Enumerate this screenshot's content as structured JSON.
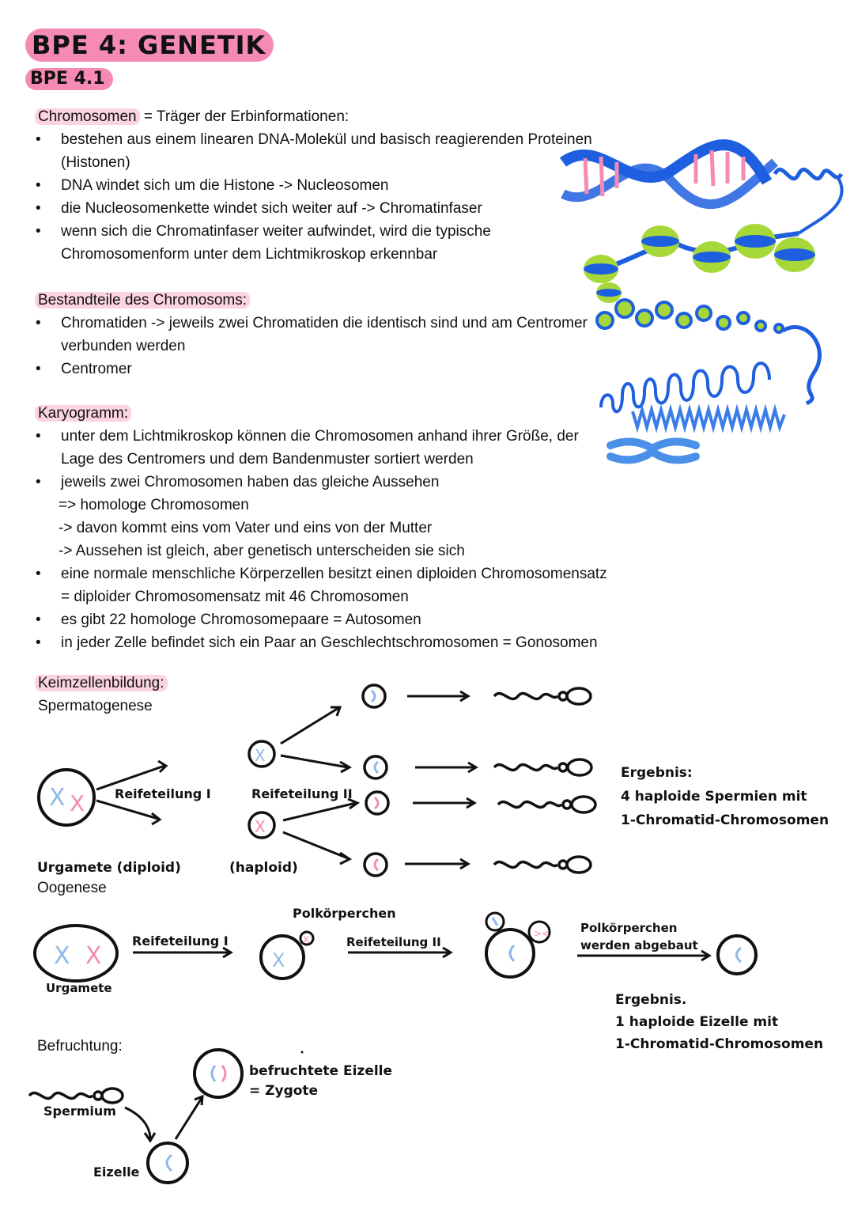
{
  "header": {
    "title": "BPE 4: GENETIK",
    "subtitle": "BPE 4.1"
  },
  "chromosomen": {
    "heading": "Chromosomen",
    "heading_rest": " = Träger der Erbinformationen:",
    "bullets": [
      "bestehen aus einem linearen DNA-Molekül und basisch reagierenden Proteinen (Histonen)",
      "DNA windet sich um die Histone -> Nucleosomen",
      "die Nucleosomenkette windet sich weiter auf -> Chromatinfaser",
      "wenn sich die Chromatinfaser weiter aufwindet, wird die typische Chromosomenform unter dem Lichtmikroskop erkennbar"
    ]
  },
  "bestandteile": {
    "heading": "Bestandteile des Chromosoms:",
    "bullets": [
      "Chromatiden -> jeweils zwei Chromatiden die identisch sind und am Centromer verbunden werden",
      "Centromer"
    ]
  },
  "karyogramm": {
    "heading": "Karyogramm:",
    "b1": "unter dem Lichtmikroskop können die Chromosomen anhand ihrer Größe, der Lage des Centromers und dem Bandenmuster sortiert werden",
    "b2": "jeweils zwei Chromosomen haben das gleiche Aussehen",
    "b2_l1": "=> homologe Chromosomen",
    "b2_l2": "-> davon kommt eins vom Vater und eins von der Mutter",
    "b2_l3": "-> Aussehen ist gleich, aber genetisch unterscheiden sie sich",
    "b3": "eine normale menschliche Körperzellen besitzt einen diploiden Chromosomensatz",
    "b3_l1": "= diploider Chromosomensatz mit 46 Chromosomen",
    "b4": "es gibt 22 homologe Chromosomepaare = Autosomen",
    "b5": "in jeder Zelle befindet sich ein Paar an Geschlechtschromosomen = Gonosomen"
  },
  "keimzellen": {
    "heading": "Keimzellenbildung:",
    "spermatogenese": "Spermatogenese",
    "reife1": "Reifeteilung I",
    "reife2": "Reifeteilung II",
    "urgamete_diploid": "Urgamete (diploid)",
    "haploid": "(haploid)",
    "ergebnis_label": "Ergebnis:",
    "ergebnis_l1": "4 haploide Spermien mit",
    "ergebnis_l2": "1-Chromatid-Chromosomen",
    "oogenese": "Oogenese",
    "o_reife1": "Reifeteilung I",
    "o_reife2": "Reifeteilung II",
    "polkoerperchen": "Polkörperchen",
    "abgebaut_l1": "Polkörperchen",
    "abgebaut_l2": "werden abgebaut",
    "urgamete": "Urgamete",
    "o_ergebnis_label": "Ergebnis.",
    "o_ergebnis_l1": "1 haploide Eizelle mit",
    "o_ergebnis_l2": "1-Chromatid-Chromosomen"
  },
  "befruchtung": {
    "heading": "Befruchtung:",
    "spermium": "Spermium",
    "eizelle": "Eizelle",
    "zygote_l1": "befruchtete Eizelle",
    "zygote_l2": "= Zygote"
  },
  "colors": {
    "pink": "#f58bb4",
    "pink_light": "#fbd3e2",
    "blue": "#1e5fe0",
    "light_blue": "#8fb8e8",
    "green": "#a6d83a"
  }
}
